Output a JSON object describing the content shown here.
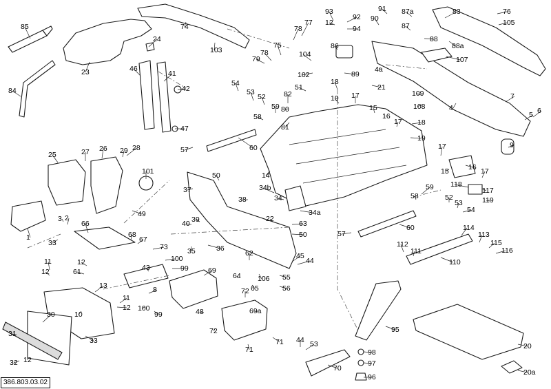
{
  "drawing_number": "386.803.03.02",
  "callouts": [
    {
      "id": "c85",
      "text": "85"
    },
    {
      "id": "c84",
      "text": "84"
    },
    {
      "id": "c23",
      "text": "23"
    },
    {
      "id": "c24",
      "text": "24"
    },
    {
      "id": "c74",
      "text": "74"
    },
    {
      "id": "c103",
      "text": "103"
    },
    {
      "id": "c46",
      "text": "46"
    },
    {
      "id": "c41",
      "text": "41"
    },
    {
      "id": "c42",
      "text": "42"
    },
    {
      "id": "c47",
      "text": "47"
    },
    {
      "id": "c54",
      "text": "54"
    },
    {
      "id": "c53a",
      "text": "53"
    },
    {
      "id": "c52a",
      "text": "52"
    },
    {
      "id": "c59a",
      "text": "59"
    },
    {
      "id": "c58a",
      "text": "58"
    },
    {
      "id": "c57a",
      "text": "57"
    },
    {
      "id": "c60a",
      "text": "60"
    },
    {
      "id": "c81",
      "text": "81"
    },
    {
      "id": "c82",
      "text": "82"
    },
    {
      "id": "c80",
      "text": "80"
    },
    {
      "id": "c51",
      "text": "51"
    },
    {
      "id": "c78a",
      "text": "78"
    },
    {
      "id": "c77",
      "text": "77"
    },
    {
      "id": "c78b",
      "text": "78"
    },
    {
      "id": "c79",
      "text": "79"
    },
    {
      "id": "c75",
      "text": "75"
    },
    {
      "id": "c104",
      "text": "104"
    },
    {
      "id": "c102",
      "text": "102"
    },
    {
      "id": "c86",
      "text": "86"
    },
    {
      "id": "c89",
      "text": "89"
    },
    {
      "id": "c93",
      "text": "93"
    },
    {
      "id": "c92",
      "text": "92"
    },
    {
      "id": "c12a",
      "text": "12"
    },
    {
      "id": "c94",
      "text": "94"
    },
    {
      "id": "c91",
      "text": "91"
    },
    {
      "id": "c90",
      "text": "90"
    },
    {
      "id": "c87a",
      "text": "87a"
    },
    {
      "id": "c87",
      "text": "87"
    },
    {
      "id": "c88",
      "text": "88"
    },
    {
      "id": "c88a",
      "text": "88a"
    },
    {
      "id": "c83",
      "text": "83"
    },
    {
      "id": "c76",
      "text": "76"
    },
    {
      "id": "c105",
      "text": "105"
    },
    {
      "id": "c107",
      "text": "107"
    },
    {
      "id": "c4a",
      "text": "4a"
    },
    {
      "id": "c21",
      "text": "21"
    },
    {
      "id": "c18a",
      "text": "18"
    },
    {
      "id": "c19a",
      "text": "19"
    },
    {
      "id": "c17a",
      "text": "17"
    },
    {
      "id": "c15a",
      "text": "15"
    },
    {
      "id": "c16a",
      "text": "16"
    },
    {
      "id": "c17b",
      "text": "17"
    },
    {
      "id": "c18b",
      "text": "18"
    },
    {
      "id": "c19b",
      "text": "19"
    },
    {
      "id": "c109",
      "text": "109"
    },
    {
      "id": "c108",
      "text": "108"
    },
    {
      "id": "c7",
      "text": "7"
    },
    {
      "id": "c4",
      "text": "4"
    },
    {
      "id": "c6",
      "text": "6"
    },
    {
      "id": "c5",
      "text": "5"
    },
    {
      "id": "c9",
      "text": "9"
    },
    {
      "id": "c14",
      "text": "14"
    },
    {
      "id": "c25",
      "text": "25"
    },
    {
      "id": "c27",
      "text": "27"
    },
    {
      "id": "c26",
      "text": "26"
    },
    {
      "id": "c29",
      "text": "29"
    },
    {
      "id": "c28",
      "text": "28"
    },
    {
      "id": "c101",
      "text": "101"
    },
    {
      "id": "c49",
      "text": "49"
    },
    {
      "id": "c3",
      "text": "3"
    },
    {
      "id": "c2",
      "text": "2"
    },
    {
      "id": "c1",
      "text": "1"
    },
    {
      "id": "c33a",
      "text": "33"
    },
    {
      "id": "c66",
      "text": "66"
    },
    {
      "id": "c68",
      "text": "68"
    },
    {
      "id": "c67",
      "text": "67"
    },
    {
      "id": "c12b",
      "text": "12"
    },
    {
      "id": "c61",
      "text": "61"
    },
    {
      "id": "c11a",
      "text": "11"
    },
    {
      "id": "c12c",
      "text": "12"
    },
    {
      "id": "c13",
      "text": "13"
    },
    {
      "id": "c73",
      "text": "73"
    },
    {
      "id": "c43",
      "text": "43"
    },
    {
      "id": "c100a",
      "text": "100"
    },
    {
      "id": "c99a",
      "text": "99"
    },
    {
      "id": "c8",
      "text": "8"
    },
    {
      "id": "c100b",
      "text": "100"
    },
    {
      "id": "c99b",
      "text": "99"
    },
    {
      "id": "c11b",
      "text": "11"
    },
    {
      "id": "c12d",
      "text": "12"
    },
    {
      "id": "c10",
      "text": "10"
    },
    {
      "id": "c30",
      "text": "30"
    },
    {
      "id": "c31",
      "text": "31"
    },
    {
      "id": "c33b",
      "text": "33"
    },
    {
      "id": "c32",
      "text": "32"
    },
    {
      "id": "c12e",
      "text": "12"
    },
    {
      "id": "c37",
      "text": "37"
    },
    {
      "id": "c50a",
      "text": "50"
    },
    {
      "id": "c38",
      "text": "38"
    },
    {
      "id": "c34b",
      "text": "34b"
    },
    {
      "id": "c34",
      "text": "34"
    },
    {
      "id": "c34a",
      "text": "34a"
    },
    {
      "id": "c40",
      "text": "40"
    },
    {
      "id": "c39",
      "text": "39"
    },
    {
      "id": "c35",
      "text": "35"
    },
    {
      "id": "c36",
      "text": "36"
    },
    {
      "id": "c22",
      "text": "22"
    },
    {
      "id": "c63",
      "text": "63"
    },
    {
      "id": "c50b",
      "text": "50"
    },
    {
      "id": "c62",
      "text": "62"
    },
    {
      "id": "c45",
      "text": "45"
    },
    {
      "id": "c44a",
      "text": "44"
    },
    {
      "id": "c69",
      "text": "69"
    },
    {
      "id": "c64",
      "text": "64"
    },
    {
      "id": "c106",
      "text": "106"
    },
    {
      "id": "c55",
      "text": "55"
    },
    {
      "id": "c65",
      "text": "65"
    },
    {
      "id": "c56",
      "text": "56"
    },
    {
      "id": "c72a",
      "text": "72"
    },
    {
      "id": "c72b",
      "text": "72"
    },
    {
      "id": "c48",
      "text": "48"
    },
    {
      "id": "c69a",
      "text": "69a"
    },
    {
      "id": "c71a",
      "text": "71"
    },
    {
      "id": "c71b",
      "text": "71"
    },
    {
      "id": "c44b",
      "text": "44"
    },
    {
      "id": "c53b",
      "text": "53"
    },
    {
      "id": "c70",
      "text": "70"
    },
    {
      "id": "c95",
      "text": "95"
    },
    {
      "id": "c98",
      "text": "98"
    },
    {
      "id": "c97",
      "text": "97"
    },
    {
      "id": "c96",
      "text": "96"
    },
    {
      "id": "c17c",
      "text": "17"
    },
    {
      "id": "c15b",
      "text": "15"
    },
    {
      "id": "c16b",
      "text": "16"
    },
    {
      "id": "c17d",
      "text": "17"
    },
    {
      "id": "c118",
      "text": "118"
    },
    {
      "id": "c117",
      "text": "117"
    },
    {
      "id": "c119",
      "text": "119"
    },
    {
      "id": "c59b",
      "text": "59"
    },
    {
      "id": "c58b",
      "text": "58"
    },
    {
      "id": "c52b",
      "text": "52"
    },
    {
      "id": "c53c",
      "text": "53"
    },
    {
      "id": "c54b",
      "text": "54"
    },
    {
      "id": "c60b",
      "text": "60"
    },
    {
      "id": "c57b",
      "text": "57"
    },
    {
      "id": "c114",
      "text": "114"
    },
    {
      "id": "c113",
      "text": "113"
    },
    {
      "id": "c115",
      "text": "115"
    },
    {
      "id": "c116",
      "text": "116"
    },
    {
      "id": "c112",
      "text": "112"
    },
    {
      "id": "c111",
      "text": "111"
    },
    {
      "id": "c110",
      "text": "110"
    },
    {
      "id": "c20",
      "text": "20"
    },
    {
      "id": "c20a",
      "text": "20a"
    }
  ]
}
